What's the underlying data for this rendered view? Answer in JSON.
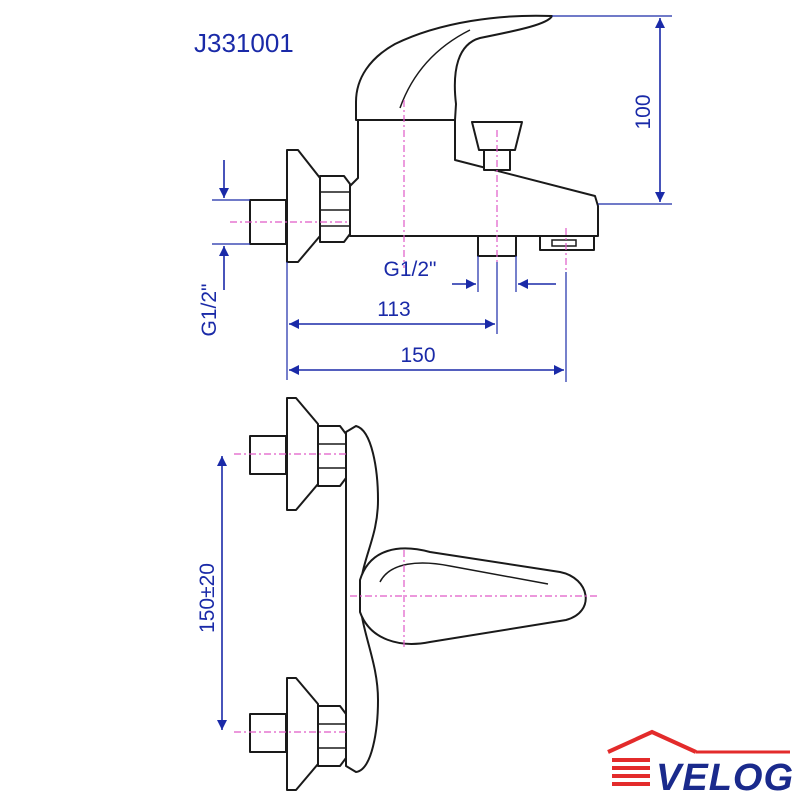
{
  "model_code": "J331001",
  "dimensions": {
    "height": "100",
    "thread_outlet": "G1/2\"",
    "thread_inlet": "G1/2\"",
    "spout_axis": "113",
    "spout_length": "150",
    "inlet_spacing": "150±20"
  },
  "brand": {
    "name": "VELOG",
    "color": "#e32b2b",
    "text_color": "#1a2a8c"
  },
  "colors": {
    "dimension": "#1a2aa8",
    "centerline": "#e05ac8",
    "outline": "#1a1a1a"
  },
  "icons": [
    "house-logo-icon"
  ]
}
